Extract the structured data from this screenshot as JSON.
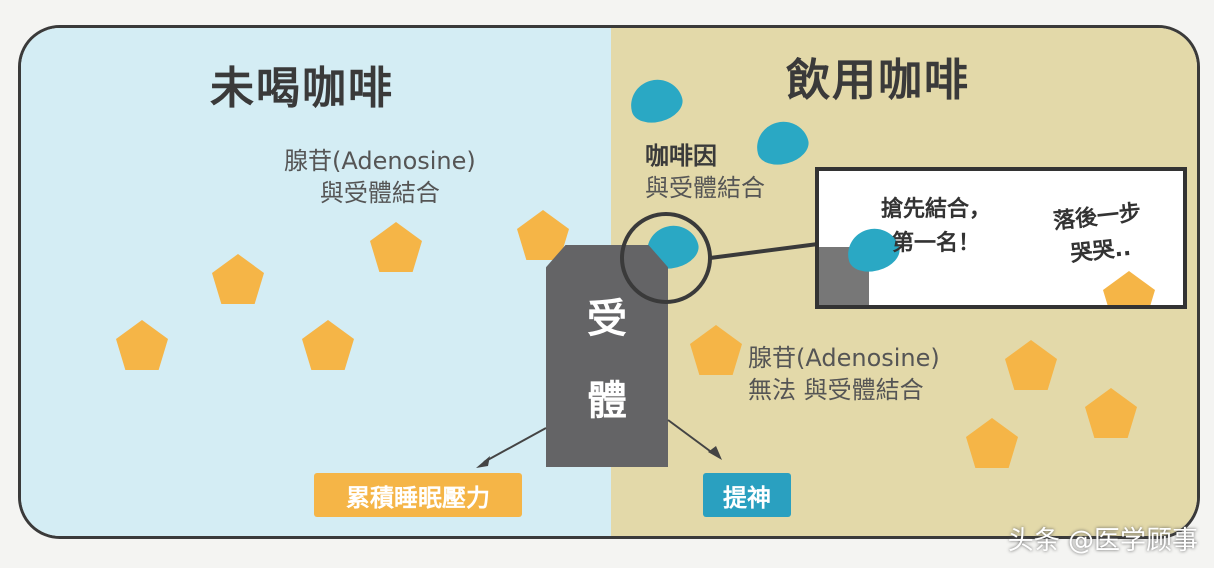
{
  "left_panel": {
    "title": "未喝咖啡",
    "adenosine_label": "腺苷(Adenosine)",
    "binding_label": "與受體結合"
  },
  "right_panel": {
    "title": "飲用咖啡",
    "caffeine_label": "咖啡因",
    "caffeine_binding": "與受體結合",
    "adenosine_label": "腺苷(Adenosine)",
    "adenosine_binding": "無法 與受體結合"
  },
  "receptor": {
    "char1": "受",
    "char2": "體"
  },
  "callout": {
    "winner_line1": "搶先結合，",
    "winner_line2": "第一名！",
    "loser_line1": "落後一步",
    "loser_line2": "哭哭.."
  },
  "outcomes": {
    "left": "累積睡眠壓力",
    "right": "提神"
  },
  "watermark": "头条 @医学顾事",
  "colors": {
    "left_bg": "#d4edf4",
    "right_bg": "#e3d9a9",
    "adenosine": "#f5b547",
    "caffeine": "#2aa8c4",
    "receptor": "#646466"
  }
}
